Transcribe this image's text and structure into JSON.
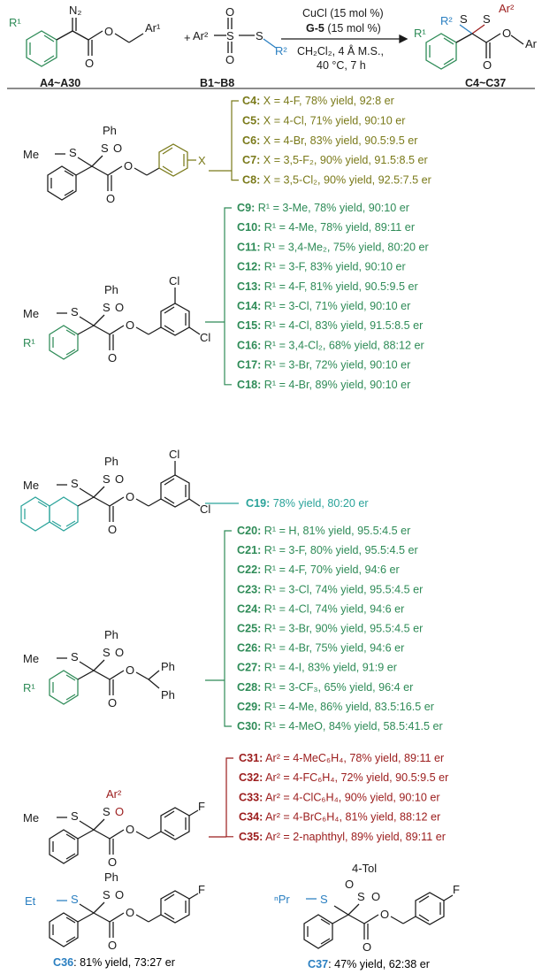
{
  "colors": {
    "black": "#1a1a1a",
    "olive": "#7a7a1a",
    "green": "#2e8b57",
    "teal": "#2aa39a",
    "red": "#9b1c1c",
    "blue": "#2a7fc1"
  },
  "scheme": {
    "reactant1": "A4~A30",
    "reactant2": "B1~B8",
    "product": "C4~C37",
    "plus": "+",
    "cond1": "CuCl (15 mol %)",
    "cond2_bold": "G-5",
    "cond2_rest": " (15 mol %)",
    "cond3": "CH₂Cl₂, 4 Å M.S.,",
    "cond4": "40 °C, 7 h"
  },
  "groups": [
    {
      "color": "olive",
      "entries": [
        {
          "id": "C4:",
          "text": " X = 4-F, 78% yield, 92:8 er"
        },
        {
          "id": "C5:",
          "text": " X = 4-Cl, 71% yield, 90:10 er"
        },
        {
          "id": "C6:",
          "text": " X = 4-Br, 83% yield, 90.5:9.5 er"
        },
        {
          "id": "C7:",
          "text": " X = 3,5-F₂, 90% yield, 91.5:8.5 er"
        },
        {
          "id": "C8:",
          "text": " X = 3,5-Cl₂, 90% yield, 92.5:7.5 er"
        }
      ]
    },
    {
      "color": "green",
      "entries": [
        {
          "id": "C9:",
          "text": "   R¹ = 3-Me, 78% yield, 90:10 er"
        },
        {
          "id": "C10:",
          "text": " R¹ = 4-Me, 78% yield, 89:11 er"
        },
        {
          "id": "C11:",
          "text": " R¹ = 3,4-Me₂, 75% yield, 80:20 er"
        },
        {
          "id": "C12:",
          "text": " R¹ = 3-F, 83% yield, 90:10 er"
        },
        {
          "id": "C13:",
          "text": " R¹ = 4-F, 81% yield, 90.5:9.5 er"
        },
        {
          "id": "C14:",
          "text": " R¹ = 3-Cl, 71% yield, 90:10 er"
        },
        {
          "id": "C15:",
          "text": " R¹ = 4-Cl,  83% yield, 91.5:8.5 er"
        },
        {
          "id": "C16:",
          "text": " R¹ = 3,4-Cl₂, 68% yield, 88:12 er"
        },
        {
          "id": "C17:",
          "text": " R¹ = 3-Br, 72% yield, 90:10 er"
        },
        {
          "id": "C18:",
          "text": " R¹ = 4-Br,  89% yield, 90:10 er"
        }
      ]
    },
    {
      "color": "teal",
      "entries": [
        {
          "id": "C19:",
          "text": " 78% yield, 80:20 er"
        }
      ]
    },
    {
      "color": "green",
      "entries": [
        {
          "id": "C20:",
          "text": " R¹ = H, 81% yield, 95.5:4.5 er"
        },
        {
          "id": "C21:",
          "text": " R¹ = 3-F, 80% yield, 95.5:4.5 er"
        },
        {
          "id": "C22:",
          "text": " R¹ = 4-F, 70% yield, 94:6 er"
        },
        {
          "id": "C23:",
          "text": " R¹ = 3-Cl, 74% yield, 95.5:4.5 er"
        },
        {
          "id": "C24:",
          "text": " R¹ = 4-Cl, 74% yield, 94:6 er"
        },
        {
          "id": "C25:",
          "text": " R¹ = 3-Br, 90% yield, 95.5:4.5 er"
        },
        {
          "id": "C26:",
          "text": " R¹ = 4-Br, 75% yield, 94:6 er"
        },
        {
          "id": "C27:",
          "text": " R¹ = 4-I, 83% yield, 91:9 er"
        },
        {
          "id": "C28:",
          "text": " R¹ = 3-CF₃, 65% yield, 96:4 er"
        },
        {
          "id": "C29:",
          "text": " R¹ = 4-Me, 86% yield, 83.5:16.5 er"
        },
        {
          "id": "C30:",
          "text": " R¹ = 4-MeO, 84% yield, 58.5:41.5 er"
        }
      ]
    },
    {
      "color": "red",
      "entries": [
        {
          "id": "C31:",
          "text": "  Ar² = 4-MeC₆H₄, 78% yield, 89:11 er"
        },
        {
          "id": "C32:",
          "text": "  Ar² = 4-FC₆H₄, 72% yield, 90.5:9.5 er"
        },
        {
          "id": "C33:",
          "text": "  Ar² = 4-ClC₆H₄, 90% yield, 90:10 er"
        },
        {
          "id": "C34:",
          "text": "  Ar² = 4-BrC₆H₄, 81% yield, 88:12 er"
        },
        {
          "id": "C35:",
          "text": "  Ar² = 2-naphthyl, 89% yield, 89:11 er"
        }
      ]
    }
  ],
  "bottom": {
    "c36_id": "C36",
    "c36_text": ": 81% yield, 73:27 er",
    "c37_id": "C37",
    "c37_text": ": 47% yield, 62:38 er"
  },
  "atoms": {
    "N2": "N₂",
    "O": "O",
    "Ar1": "Ar¹",
    "Ar2": "Ar²",
    "R1": "R¹",
    "R2": "R²",
    "S": "S",
    "Ph": "Ph",
    "Me": "Me",
    "Et": "Et",
    "nPr": "ⁿPr",
    "X": "X",
    "Cl": "Cl",
    "F": "F",
    "Ar": "Ar",
    "Tol": "4-Tol"
  }
}
